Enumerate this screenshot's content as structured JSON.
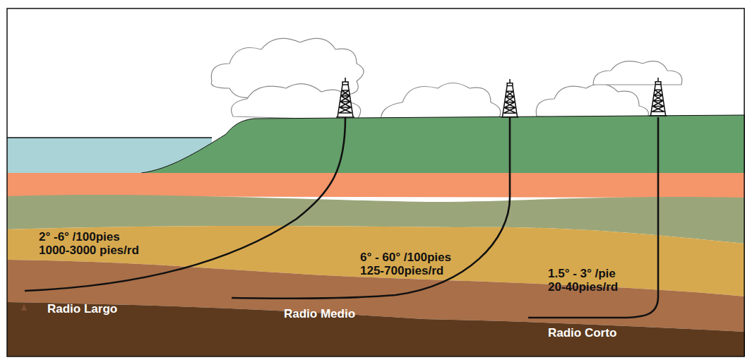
{
  "diagram": {
    "labels": [
      "2° -6° /100pies",
      "1000-3000 pies/rd",
      "Radio Largo",
      "6° - 60° /100pies",
      "125-700pies/rd",
      "Radio Medio",
      "1.5° - 3° /pie",
      "20-40pies/rd",
      "Radio Corto"
    ]
  }
}
